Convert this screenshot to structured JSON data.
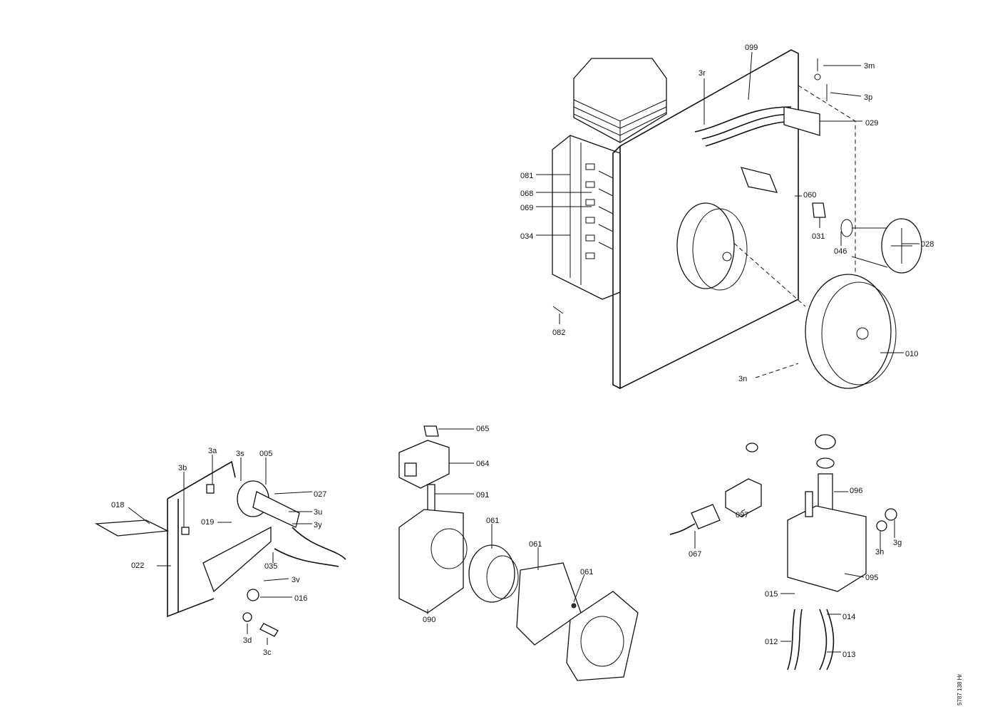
{
  "drawing_code": "5787 138 Hr",
  "groups": {
    "fan_housing": {
      "labels": [
        "099",
        "3r",
        "3m",
        "3p",
        "029",
        "081",
        "068",
        "069",
        "034",
        "060",
        "031",
        "046",
        "028",
        "082",
        "010",
        "3n"
      ]
    },
    "ignition": {
      "labels": [
        "3a",
        "3s",
        "005",
        "3b",
        "018",
        "027",
        "3u",
        "3y",
        "019",
        "022",
        "035",
        "3v",
        "016",
        "3d",
        "3c"
      ]
    },
    "pump_assembly": {
      "labels": [
        "065",
        "064",
        "091",
        "061",
        "061",
        "061",
        "090"
      ]
    },
    "pump_valve": {
      "labels": [
        "096",
        "097",
        "067",
        "3h",
        "3g",
        "095",
        "015",
        "014",
        "012",
        "013"
      ]
    }
  }
}
